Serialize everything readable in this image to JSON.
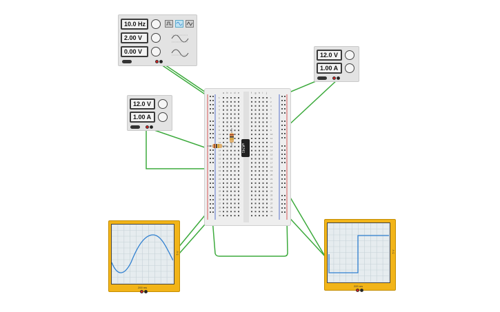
{
  "function_generator": {
    "frequency": "10.0 Hz",
    "amplitude": "2.00 V",
    "offset": "0.00 V",
    "waveforms": [
      "square",
      "sine",
      "triangle"
    ],
    "selected_waveform": "sine"
  },
  "power_supply_right": {
    "voltage": "12.0 V",
    "current": "1.00 A"
  },
  "power_supply_left": {
    "voltage": "12.0 V",
    "current": "1.00 A"
  },
  "breadboard": {
    "left_columns": [
      "a",
      "b",
      "c",
      "d",
      "e"
    ],
    "right_columns": [
      "f",
      "g",
      "h",
      "i",
      "j"
    ],
    "rows": 30,
    "chip_label": "uA741"
  },
  "oscilloscope_left": {
    "time_label": "200 ms",
    "voltage_label": "5 V",
    "trace": "sine"
  },
  "oscilloscope_right": {
    "time_label": "200 ms",
    "voltage_label": "5 V",
    "trace": "square"
  },
  "colors": {
    "wire": "#3caa3c",
    "trace": "#2f7fd0",
    "scope_body": "#f2b418",
    "terminal_red": "#d82020",
    "terminal_black": "#222222"
  }
}
